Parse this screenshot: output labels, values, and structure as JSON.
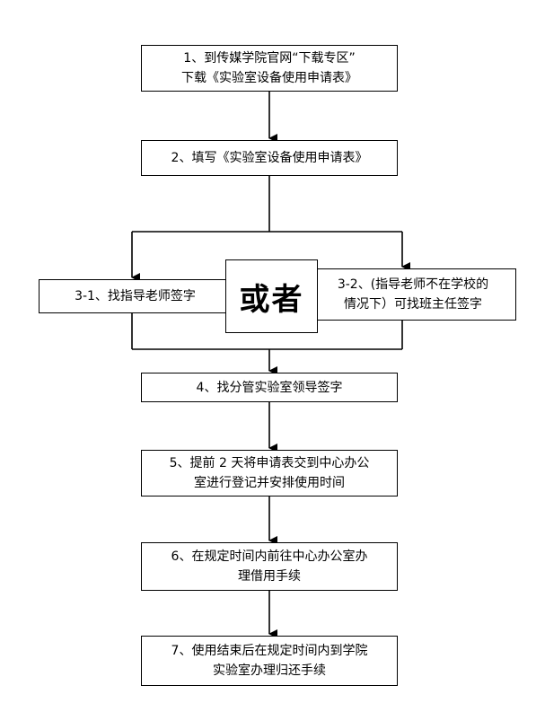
{
  "flow": {
    "step1": {
      "line1": "1、到传媒学院官网“下载专区”",
      "line2": "下载《实验室设备使用申请表》"
    },
    "step2": {
      "line1": "2、填写《实验室设备使用申请表》"
    },
    "step3_1": {
      "line1": "3-1、找指导老师签字"
    },
    "or_label": "或者",
    "step3_2": {
      "line1": "3-2、(指导老师不在学校的",
      "line2": "情况下）可找班主任签字"
    },
    "step4": {
      "line1": "4、找分管实验室领导签字"
    },
    "step5": {
      "line1": "5、提前 2 天将申请表交到中心办公",
      "line2": "室进行登记并安排使用时间"
    },
    "step6": {
      "line1": "6、在规定时间内前往中心办公室办",
      "line2": "理借用手续"
    },
    "step7": {
      "line1": "7、使用结束后在规定时间内到学院",
      "line2": "实验室办理归还手续"
    }
  },
  "colors": {
    "line": "#000000",
    "box_fill": "#ffffff"
  }
}
